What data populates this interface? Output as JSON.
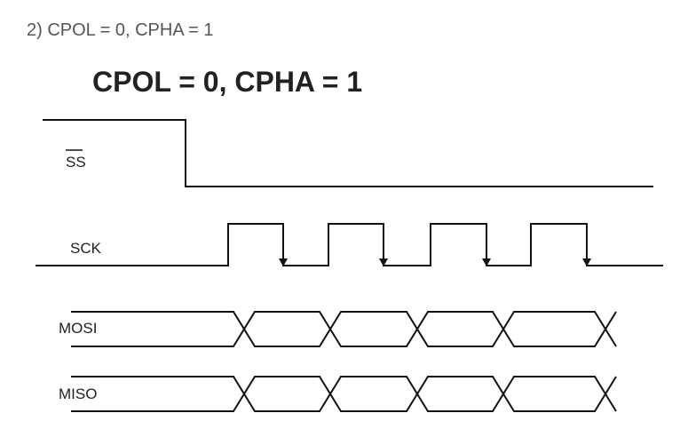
{
  "caption": "2) CPOL = 0, CPHA = 1",
  "title": "CPOL = 0, CPHA = 1",
  "signals": {
    "ss": {
      "label": "SS",
      "active_low": true
    },
    "sck": {
      "label": "SCK"
    },
    "mosi": {
      "label": "MOSI"
    },
    "miso": {
      "label": "MISO"
    }
  },
  "colors": {
    "trace": "#111111",
    "caption": "#555555",
    "title": "#222222",
    "background": "#ffffff"
  }
}
